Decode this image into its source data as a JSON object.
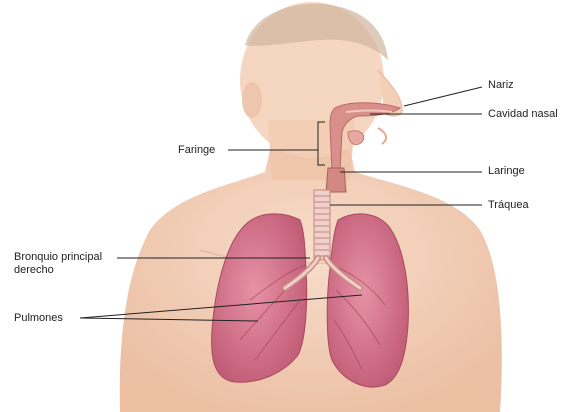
{
  "labels": {
    "nariz": "Nariz",
    "cavidad_nasal": "Cavidad nasal",
    "faringe": "Faringe",
    "laringe": "Laringe",
    "traquea": "Tráquea",
    "bronquio_line1": "Bronquio principal",
    "bronquio_line2": "derecho",
    "pulmones": "Pulmones"
  },
  "colors": {
    "skin": "#f4cdb3",
    "skin_shadow": "#e9b798",
    "lung": "#d9788e",
    "lung_dark": "#b9526b",
    "airway": "#d98f8a",
    "trachea_ring": "#f3d6cf",
    "leader_line": "#222222"
  }
}
